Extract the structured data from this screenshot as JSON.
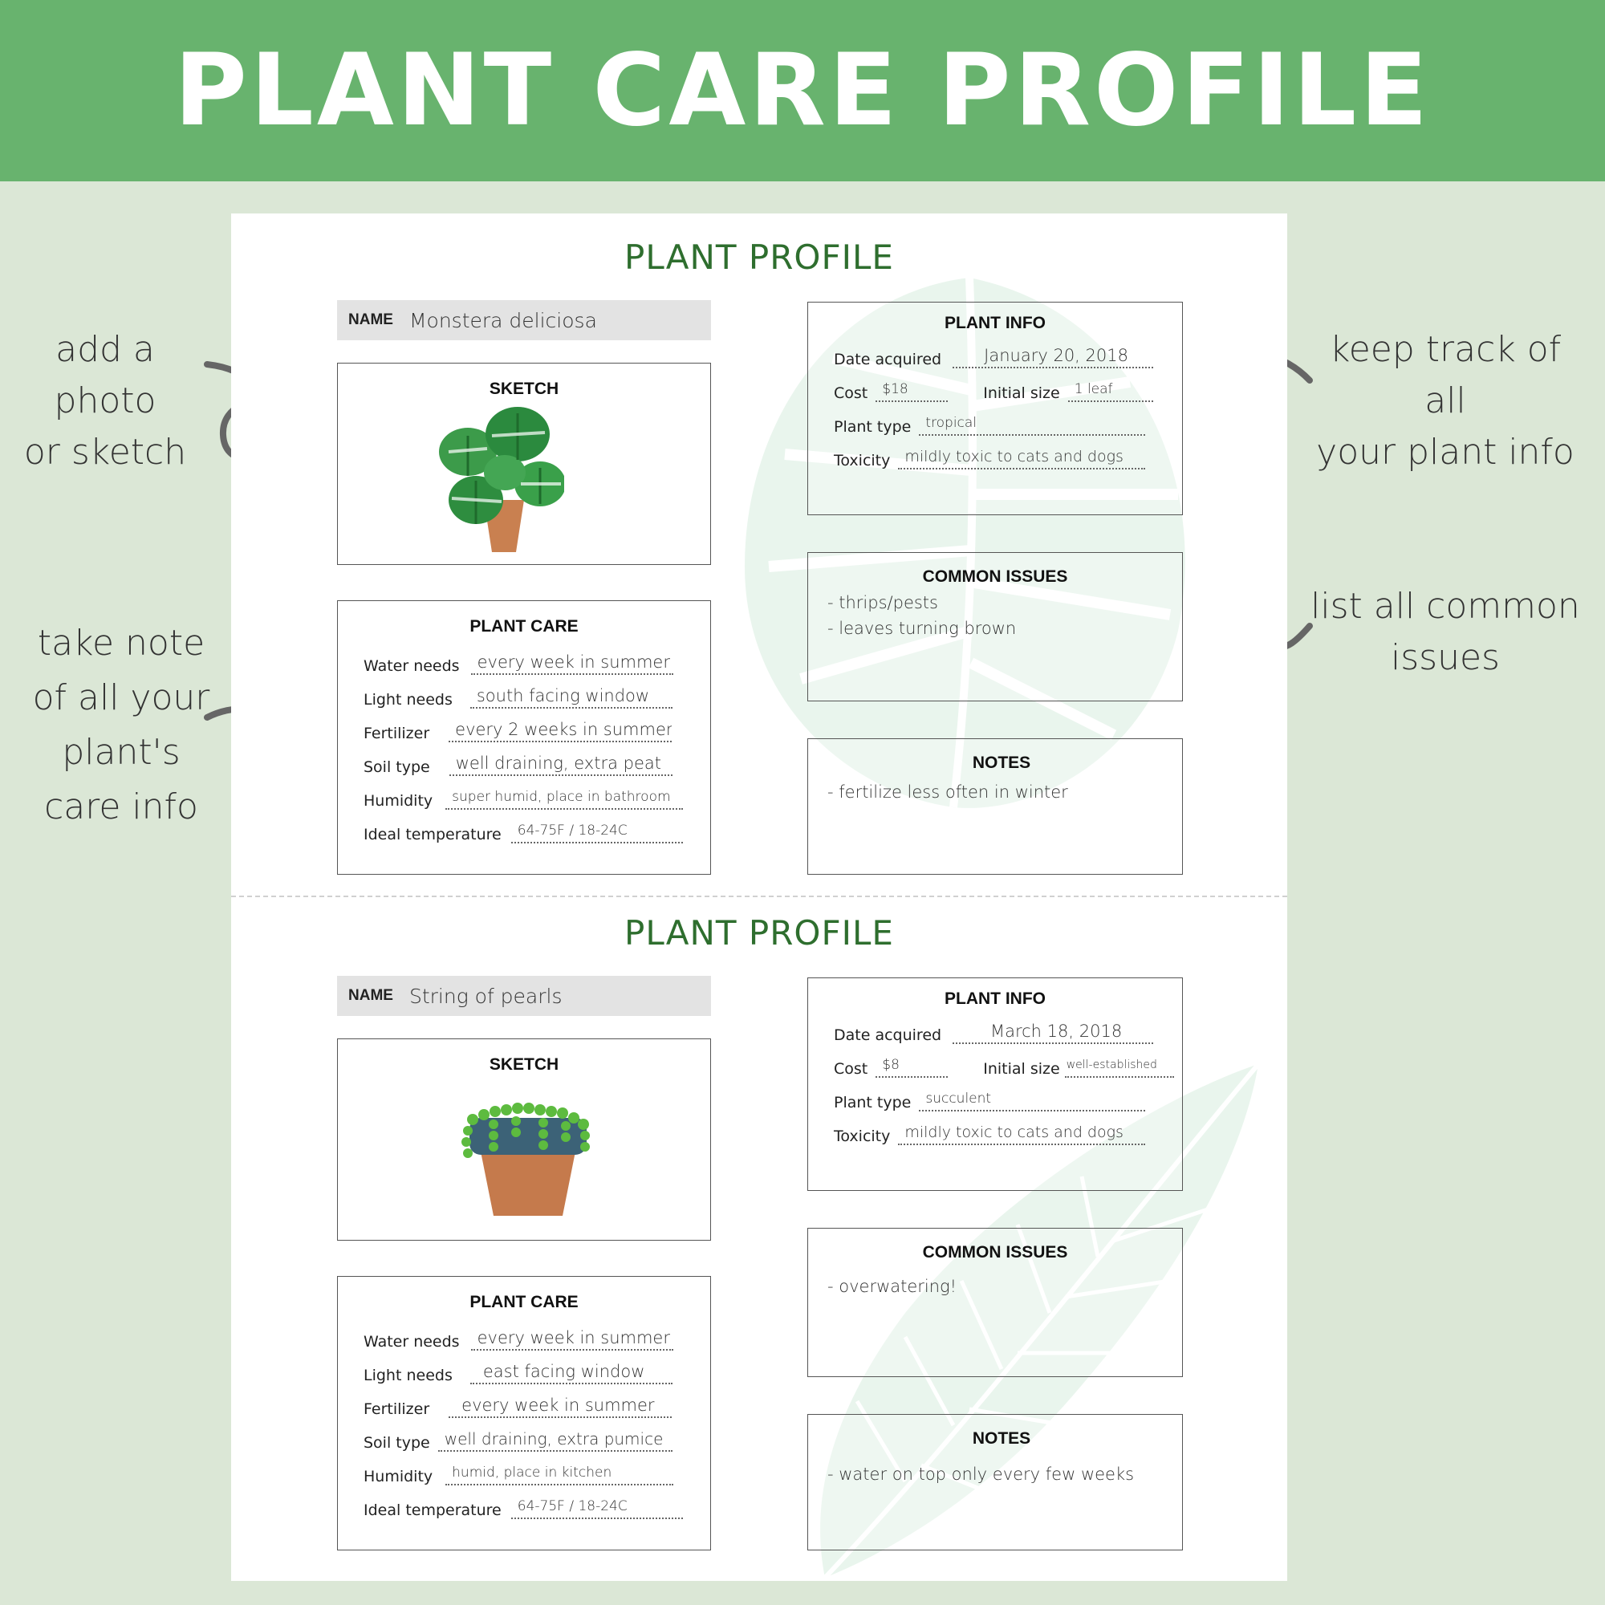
{
  "header": {
    "title": "PLANT CARE PROFILE"
  },
  "annotations": {
    "photo": [
      "add a photo",
      "or sketch"
    ],
    "info": [
      "keep track of all",
      "your plant info"
    ],
    "care": [
      "take note",
      "of all your",
      "plant's",
      "care info"
    ],
    "issues": [
      "list all common",
      "issues"
    ]
  },
  "profiles": [
    {
      "title": "PLANT PROFILE",
      "name_label": "NAME",
      "name": "Monstera deliciosa",
      "sketch_title": "SKETCH",
      "sketch_icon": "monstera-plant-icon",
      "care": {
        "title": "PLANT CARE",
        "rows": [
          {
            "label": "Water needs",
            "value": "every week in summer"
          },
          {
            "label": "Light needs",
            "value": "south facing window"
          },
          {
            "label": "Fertilizer",
            "value": "every 2 weeks in summer"
          },
          {
            "label": "Soil type",
            "value": "well draining, extra peat"
          },
          {
            "label": "Humidity",
            "value": "super humid, place in bathroom"
          },
          {
            "label": "Ideal temperature",
            "value": "64-75F / 18-24C"
          }
        ]
      },
      "info": {
        "title": "PLANT INFO",
        "date_label": "Date acquired",
        "date": "January 20, 2018",
        "cost_label": "Cost",
        "cost": "$18",
        "size_label": "Initial size",
        "size": "1 leaf",
        "type_label": "Plant type",
        "type": "tropical",
        "toxicity_label": "Toxicity",
        "toxicity": "mildly toxic to cats and dogs"
      },
      "issues": {
        "title": "COMMON ISSUES",
        "items": [
          "- thrips/pests",
          "- leaves turning brown"
        ]
      },
      "notes": {
        "title": "NOTES",
        "items": [
          "- fertilize less often in winter"
        ]
      }
    },
    {
      "title": "PLANT PROFILE",
      "name_label": "NAME",
      "name": "String of pearls",
      "sketch_title": "SKETCH",
      "sketch_icon": "string-of-pearls-plant-icon",
      "care": {
        "title": "PLANT CARE",
        "rows": [
          {
            "label": "Water needs",
            "value": "every week in summer"
          },
          {
            "label": "Light needs",
            "value": "east facing window"
          },
          {
            "label": "Fertilizer",
            "value": "every week in summer"
          },
          {
            "label": "Soil type",
            "value": "well draining, extra pumice"
          },
          {
            "label": "Humidity",
            "value": "humid, place in kitchen"
          },
          {
            "label": "Ideal temperature",
            "value": "64-75F / 18-24C"
          }
        ]
      },
      "info": {
        "title": "PLANT INFO",
        "date_label": "Date acquired",
        "date": "March 18, 2018",
        "cost_label": "Cost",
        "cost": "$8",
        "size_label": "Initial size",
        "size": "well-established",
        "type_label": "Plant type",
        "type": "succulent",
        "toxicity_label": "Toxicity",
        "toxicity": "mildly toxic to cats and dogs"
      },
      "issues": {
        "title": "COMMON ISSUES",
        "items": [
          "- overwatering!"
        ]
      },
      "notes": {
        "title": "NOTES",
        "items": [
          "- water on top only every few weeks"
        ]
      }
    }
  ],
  "colors": {
    "header_green": "#68b36e",
    "background": "#dbe7d6",
    "title_green": "#2e6e2e"
  }
}
